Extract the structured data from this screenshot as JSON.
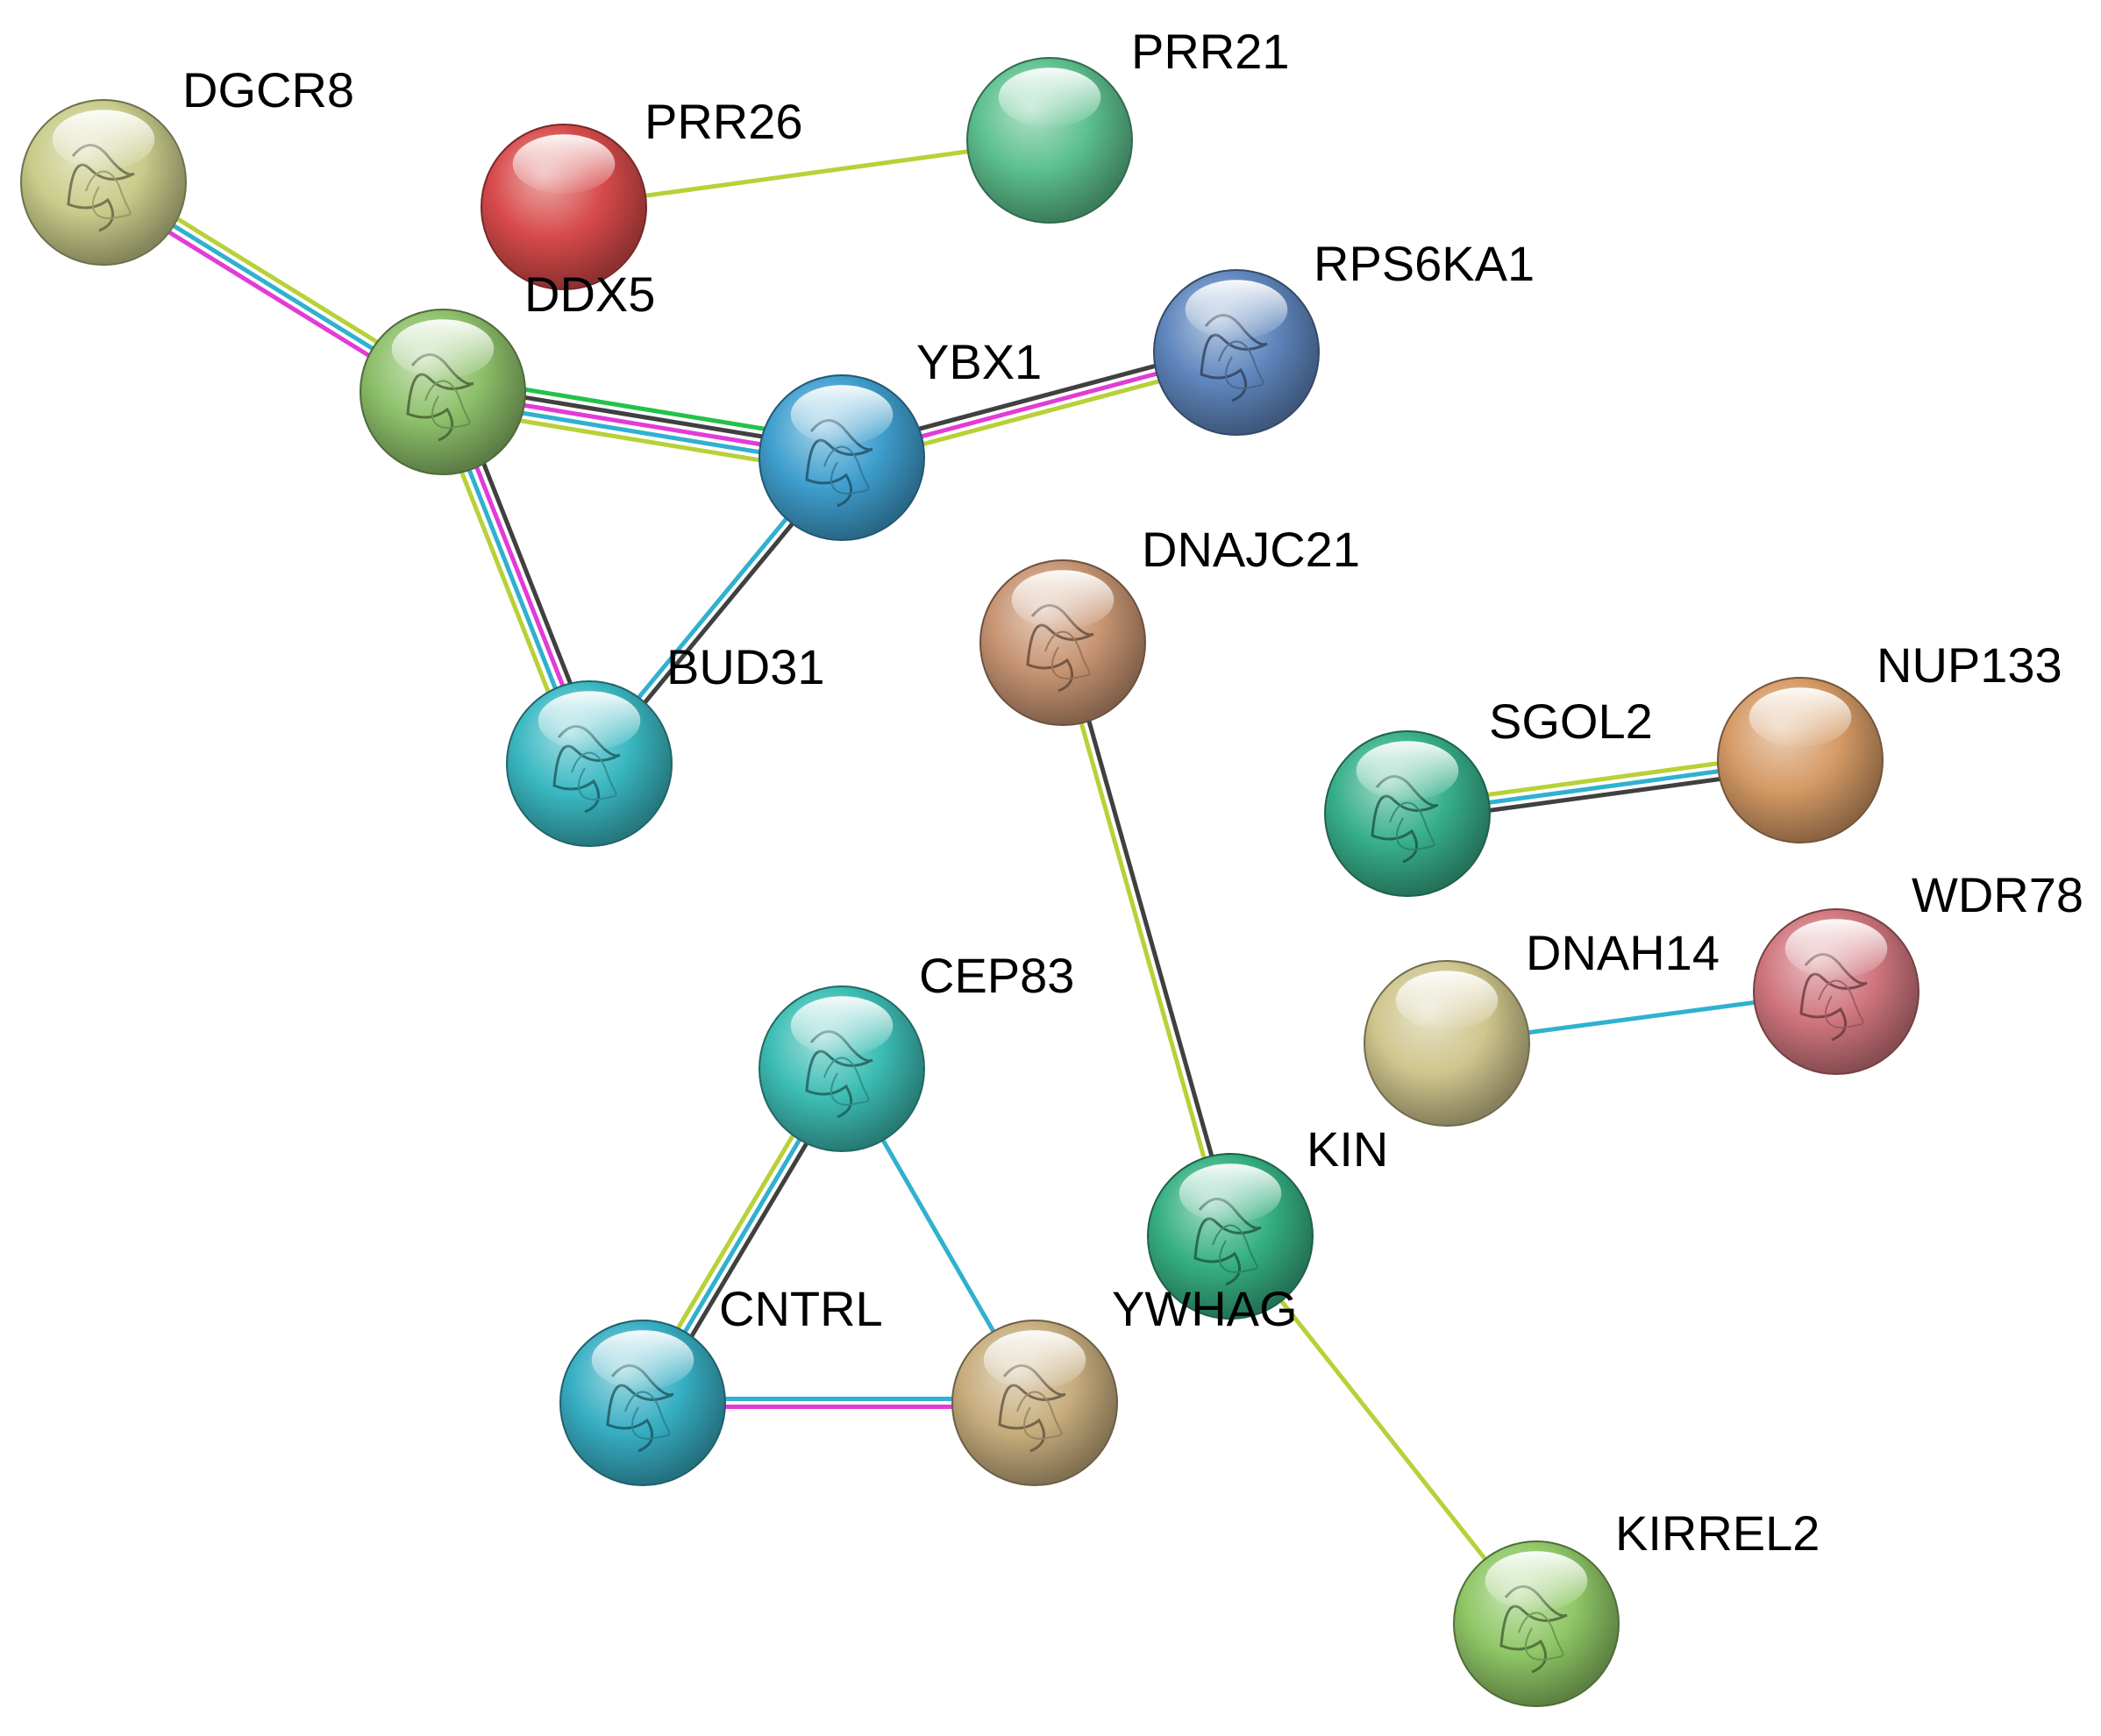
{
  "nodes": [
    {
      "id": "DGCR8",
      "label": "DGCR8",
      "color": "#c9cc8a",
      "structure": true
    },
    {
      "id": "PRR26",
      "label": "PRR26",
      "color": "#d84a4a",
      "structure": false
    },
    {
      "id": "PRR21",
      "label": "PRR21",
      "color": "#5cc08e",
      "structure": false
    },
    {
      "id": "DDX5",
      "label": "DDX5",
      "color": "#8dc06a",
      "structure": true
    },
    {
      "id": "YBX1",
      "label": "YBX1",
      "color": "#3f9fce",
      "structure": true
    },
    {
      "id": "RPS6KA1",
      "label": "RPS6KA1",
      "color": "#5f86bd",
      "structure": true
    },
    {
      "id": "BUD31",
      "label": "BUD31",
      "color": "#3ab8c2",
      "structure": true
    },
    {
      "id": "DNAJC21",
      "label": "DNAJC21",
      "color": "#c79472",
      "structure": true
    },
    {
      "id": "SGOL2",
      "label": "SGOL2",
      "color": "#37b08a",
      "structure": true
    },
    {
      "id": "NUP133",
      "label": "NUP133",
      "color": "#d59a66",
      "structure": false
    },
    {
      "id": "DNAH14",
      "label": "DNAH14",
      "color": "#cfc58d",
      "structure": false
    },
    {
      "id": "WDR78",
      "label": "WDR78",
      "color": "#d0767d",
      "structure": true
    },
    {
      "id": "CEP83",
      "label": "CEP83",
      "color": "#3cbdb4",
      "structure": true
    },
    {
      "id": "KIN",
      "label": "KIN",
      "color": "#36b083",
      "structure": true
    },
    {
      "id": "CNTRL",
      "label": "CNTRL",
      "color": "#37aec3",
      "structure": true
    },
    {
      "id": "YWHAG",
      "label": "YWHAG",
      "color": "#c7ad7d",
      "structure": true
    },
    {
      "id": "KIRREL2",
      "label": "KIRREL2",
      "color": "#8fc766",
      "structure": true
    }
  ],
  "edges": [
    {
      "source": "PRR26",
      "target": "PRR21",
      "colors": [
        "#b7d138"
      ]
    },
    {
      "source": "DGCR8",
      "target": "DDX5",
      "colors": [
        "#b7d138",
        "#2fb1cf",
        "#e23bd6"
      ]
    },
    {
      "source": "DDX5",
      "target": "YBX1",
      "colors": [
        "#22c24a",
        "#404040",
        "#e23bd6",
        "#2fb1cf",
        "#b7d138"
      ]
    },
    {
      "source": "YBX1",
      "target": "RPS6KA1",
      "colors": [
        "#404040",
        "#e23bd6",
        "#b7d138"
      ]
    },
    {
      "source": "DDX5",
      "target": "BUD31",
      "colors": [
        "#404040",
        "#e23bd6",
        "#2fb1cf",
        "#b7d138"
      ]
    },
    {
      "source": "YBX1",
      "target": "BUD31",
      "colors": [
        "#404040",
        "#2fb1cf"
      ]
    },
    {
      "source": "DNAJC21",
      "target": "KIN",
      "colors": [
        "#404040",
        "#b7d138"
      ]
    },
    {
      "source": "SGOL2",
      "target": "NUP133",
      "colors": [
        "#b7d138",
        "#2fb1cf",
        "#404040"
      ]
    },
    {
      "source": "DNAH14",
      "target": "WDR78",
      "colors": [
        "#2fb1cf"
      ]
    },
    {
      "source": "CEP83",
      "target": "CNTRL",
      "colors": [
        "#404040",
        "#2fb1cf",
        "#b7d138"
      ]
    },
    {
      "source": "CEP83",
      "target": "YWHAG",
      "colors": [
        "#2fb1cf"
      ]
    },
    {
      "source": "CNTRL",
      "target": "YWHAG",
      "colors": [
        "#2fb1cf",
        "#e23bd6"
      ]
    },
    {
      "source": "KIN",
      "target": "KIRREL2",
      "colors": [
        "#b7d138"
      ]
    }
  ]
}
